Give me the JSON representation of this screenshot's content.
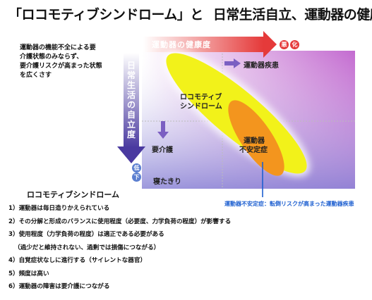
{
  "title": {
    "part1": "「ロコモティブシンドローム」と",
    "part2": "日常生活自立、運動器の健康"
  },
  "intro": {
    "line1": "運動器の機能不全による要",
    "line2": "介護状態のみならず、",
    "line3": "要介護リスクが高まった状態",
    "line4": "を広くさす"
  },
  "diagram": {
    "horizontal_axis": {
      "label": "運動器の健康度",
      "end_badge_1": "悪",
      "end_badge_2": "化"
    },
    "vertical_axis": {
      "label": "日常生活の自立度",
      "end_badge_1": "低",
      "end_badge_2": "下"
    },
    "arrow_right_label": "運動器疾患",
    "arrow_down_label": "要介護",
    "bedridden_label": "寝たきり",
    "locomotive_ellipse": {
      "line1": "ロコモティブ",
      "line2": "シンドローム"
    },
    "instability_ellipse": {
      "line1": "運動器",
      "line2": "不安定症"
    },
    "footnote": "運動器不安定症：転倒リスクが高まった運動器疾患",
    "colors": {
      "axis_purple": "#5a3fa8",
      "axis_red": "#e53a3a",
      "yellow": "#f2f21a",
      "orange": "#f3951e",
      "footnote_blue": "#1d5fd0"
    }
  },
  "locomotive_section": {
    "heading": "ロコモティブシンドローム",
    "items": [
      "1）運動器は毎日造りかえられている",
      "2）その分解と形成のバランスに使用程度（必要度、力学負荷の程度）が影響する",
      "3）使用程度（力学負荷の程度）は適正である必要がある",
      "（過少だと維持されない、過剰では損傷につながる）",
      "4）自覚症状なしに進行する（サイレントな器官）",
      "5）頻度は高い",
      "6）運動器の障害は要介護につながる"
    ]
  }
}
